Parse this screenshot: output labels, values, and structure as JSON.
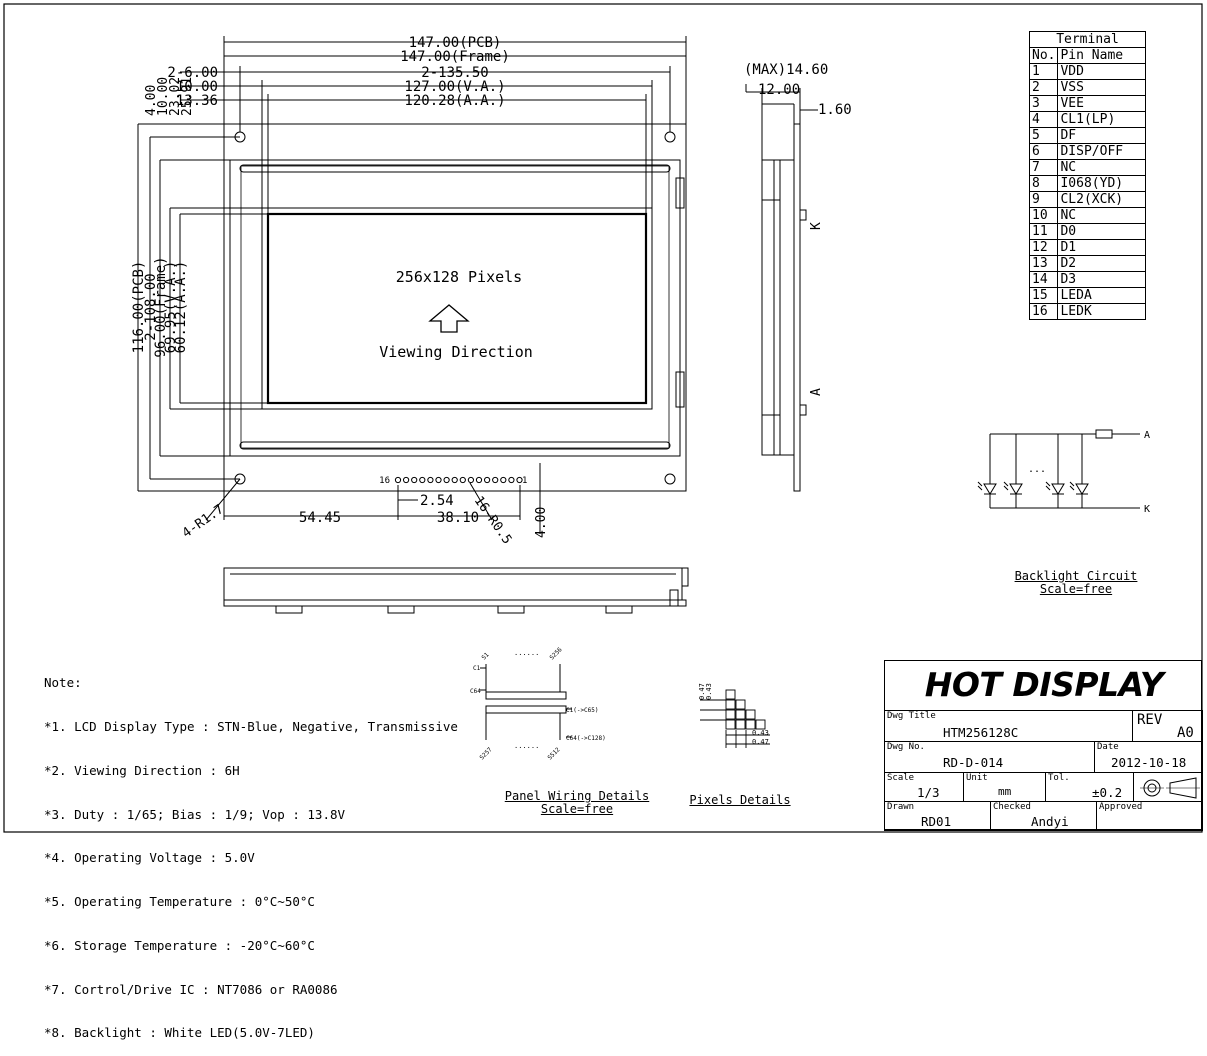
{
  "front": {
    "dims_top": [
      "147.00(PCB)",
      "147.00(Frame)",
      "2-135.50",
      "127.00(V.A.)",
      "120.28(A.A.)"
    ],
    "dims_top_left": [
      "2-6.00",
      "10.00",
      "13.36"
    ],
    "dims_side": [
      "4.00",
      "10.00",
      "23.02",
      "25.91"
    ],
    "dims_left": [
      "116.00(PCB)",
      "2-108.00",
      "96.00(Frame)",
      "69.95(V.A.)",
      "60.12(A.A.)"
    ],
    "pixels_label": "256x128 Pixels",
    "viewing_label": "Viewing Direction",
    "dims_bottom": [
      "4-R1.7",
      "54.45",
      "2.54",
      "38.10",
      "16-R0.5",
      "4.00"
    ],
    "pin_16": "16",
    "pin_1": "1"
  },
  "side": {
    "dims": [
      "(MAX)14.60",
      "12.00",
      "1.60"
    ],
    "k_label": "K",
    "a_label": "A"
  },
  "terminal": {
    "title": "Terminal",
    "headers": [
      "No.",
      "Pin Name"
    ],
    "rows": [
      [
        "1",
        "VDD"
      ],
      [
        "2",
        "VSS"
      ],
      [
        "3",
        "VEE"
      ],
      [
        "4",
        "CL1(LP)"
      ],
      [
        "5",
        "DF"
      ],
      [
        "6",
        "DISP/OFF"
      ],
      [
        "7",
        "NC"
      ],
      [
        "8",
        "I068(YD)"
      ],
      [
        "9",
        "CL2(XCK)"
      ],
      [
        "10",
        "NC"
      ],
      [
        "11",
        "D0"
      ],
      [
        "12",
        "D1"
      ],
      [
        "13",
        "D2"
      ],
      [
        "14",
        "D3"
      ],
      [
        "15",
        "LEDA"
      ],
      [
        "16",
        "LEDK"
      ]
    ]
  },
  "backlight": {
    "a": "A",
    "k": "K",
    "dots": "...",
    "caption": "Backlight Circuit",
    "scale": "Scale=free"
  },
  "notes": [
    "Note:",
    "*1. LCD Display Type : STN-Blue, Negative, Transmissive",
    "*2. Viewing Direction : 6H",
    "*3. Duty : 1/65; Bias : 1/9; Vop : 13.8V",
    "*4. Operating Voltage : 5.0V",
    "*5. Operating Temperature : 0°C~50°C",
    "*6. Storage Temperature : -20°C~60°C",
    "*7. Cortrol/Drive IC : NT7086 or RA0086",
    "*8. Backlight : White LED(5.0V-7LED)"
  ],
  "panel_wiring": {
    "labels": [
      "S1",
      "S256",
      "C1",
      "C64",
      "C1(->C65)",
      "C64(->C128)",
      "S257",
      "S512"
    ],
    "dots": "......",
    "caption": "Panel Wiring Details",
    "scale": "Scale=free"
  },
  "pixels_details": {
    "dims": [
      "0.47",
      "0.43",
      "0.43",
      "0.47"
    ],
    "caption": "Pixels Details"
  },
  "title_block": {
    "company": "HOT DISPLAY",
    "dwg_title_label": "Dwg Title",
    "dwg_title": "HTM256128C",
    "rev_label": "REV",
    "rev": "A0",
    "dwg_no_label": "Dwg No.",
    "dwg_no": "RD-D-014",
    "date_label": "Date",
    "date": "2012-10-18",
    "scale_label": "Scale",
    "scale": "1/3",
    "unit_label": "Unit",
    "unit": "mm",
    "tol_label": "Tol.",
    "tol": "±0.2",
    "drawn_label": "Drawn",
    "drawn": "RD01",
    "checked_label": "Checked",
    "checked": "Andyi",
    "approved_label": "Approved",
    "approved": ""
  }
}
